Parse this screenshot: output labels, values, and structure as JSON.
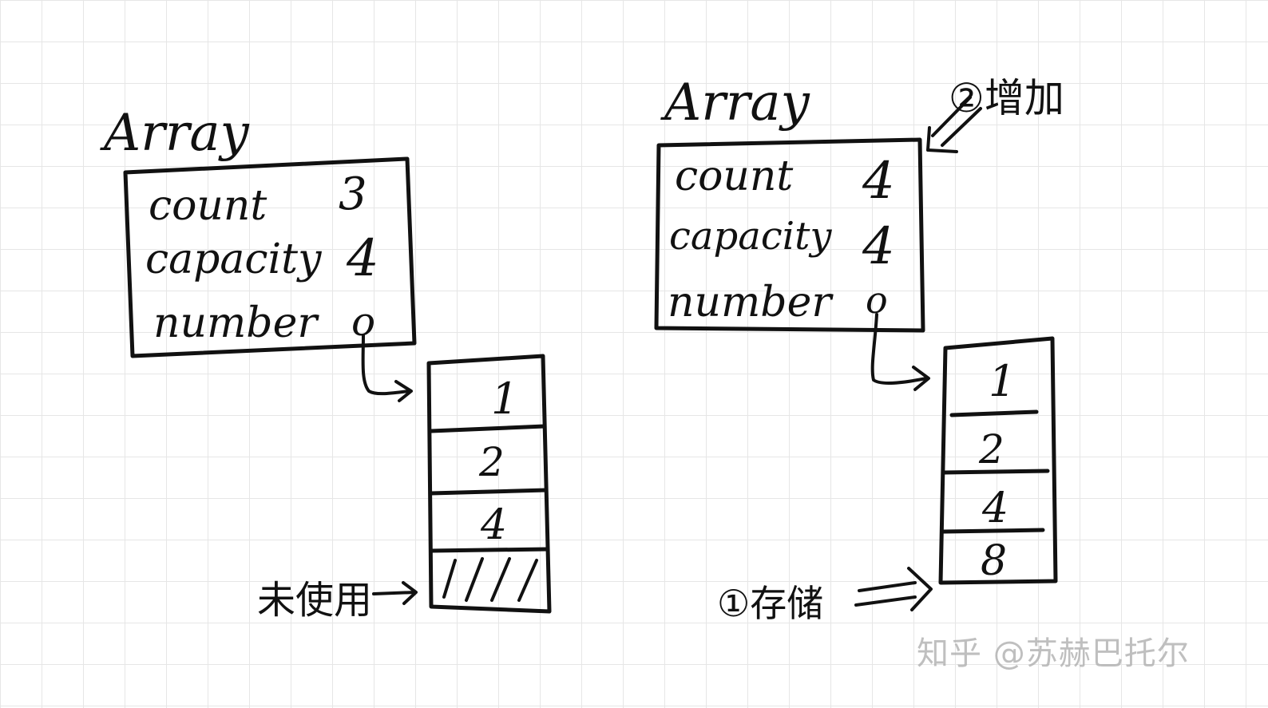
{
  "left": {
    "title": "Array",
    "fields": [
      {
        "name": "count",
        "value": "3"
      },
      {
        "name": "capacity",
        "value": "4"
      },
      {
        "name": "number",
        "value": "o"
      }
    ],
    "cells": [
      "1",
      "2",
      "4",
      ""
    ],
    "unused_label": "未使用"
  },
  "right": {
    "title": "Array",
    "fields": [
      {
        "name": "count",
        "value": "4"
      },
      {
        "name": "capacity",
        "value": "4"
      },
      {
        "name": "number",
        "value": "o"
      }
    ],
    "cells": [
      "1",
      "2",
      "4",
      "8"
    ],
    "step1_label": "①存储",
    "step2_label": "②增加"
  },
  "watermark": "知乎 @苏赫巴托尔"
}
